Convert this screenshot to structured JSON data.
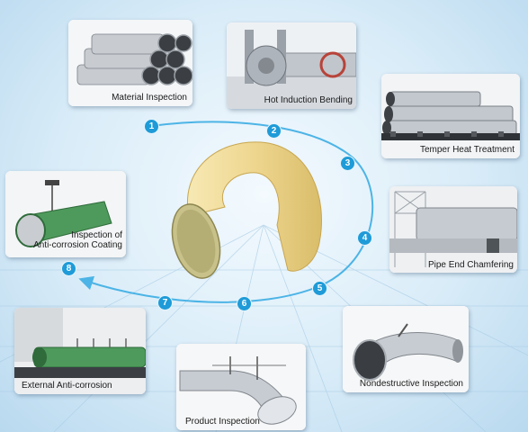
{
  "steps": {
    "s1": {
      "number": "1",
      "label": "Material Inspection"
    },
    "s2": {
      "number": "2",
      "label": "Hot Induction Bending"
    },
    "s3": {
      "number": "3",
      "label": "Temper Heat Treatment"
    },
    "s4": {
      "number": "4",
      "label": "Pipe End Chamfering"
    },
    "s5": {
      "number": "5",
      "label": "Nondestructive Inspection"
    },
    "s6": {
      "number": "6",
      "label": "Product Inspection"
    },
    "s7": {
      "number": "7",
      "label": "External Anti-corrosion"
    },
    "s8": {
      "number": "8",
      "label_line1": "Inspection of",
      "label_line2": "Anti-corrosion Coating"
    }
  },
  "colors": {
    "step_badge": "#1e9bd8",
    "flow_line": "#4cb4e6",
    "pipe_steel": "#b7bcc2",
    "coating_green": "#4e9a5c",
    "bend_cream": "#f0dc9c"
  }
}
